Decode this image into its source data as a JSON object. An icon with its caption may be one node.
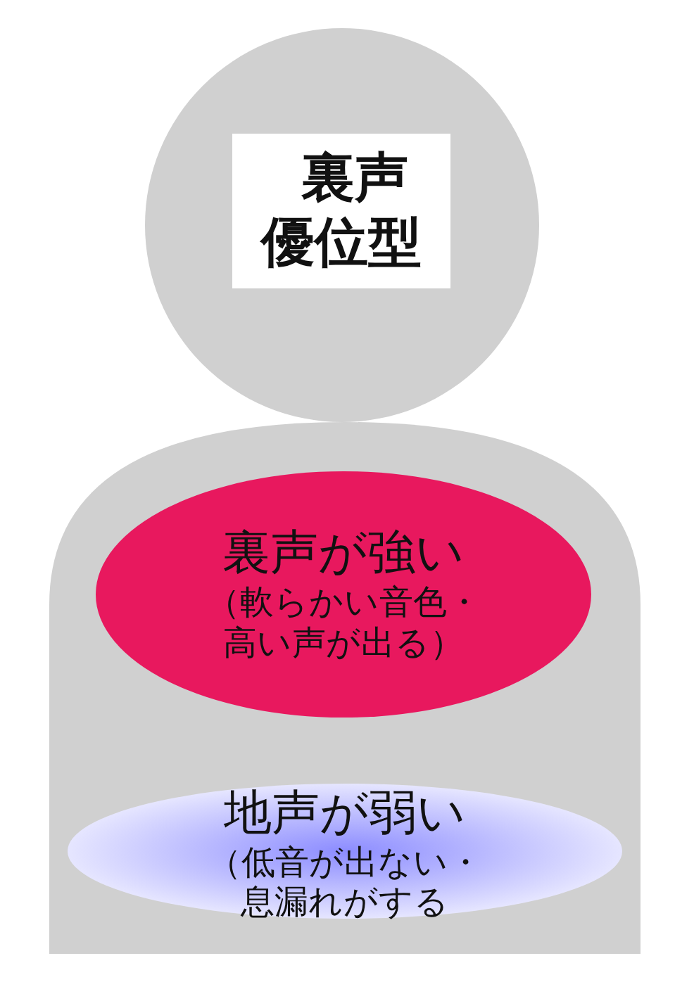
{
  "diagram": {
    "nodes": [
      {
        "text": [],
        "shape": "circle"
      },
      {
        "text": [
          "裏声優位型"
        ],
        "in": 0
      },
      {
        "text": [],
        "shape": "box"
      },
      {
        "text": [
          "裏声が強い",
          "（軟らかい音色・高い声が出る）"
        ],
        "in": 2
      },
      {
        "text": [
          "地声が弱い",
          "（低音が出ない・息漏れがする"
        ],
        "in": 2
      }
    ]
  }
}
